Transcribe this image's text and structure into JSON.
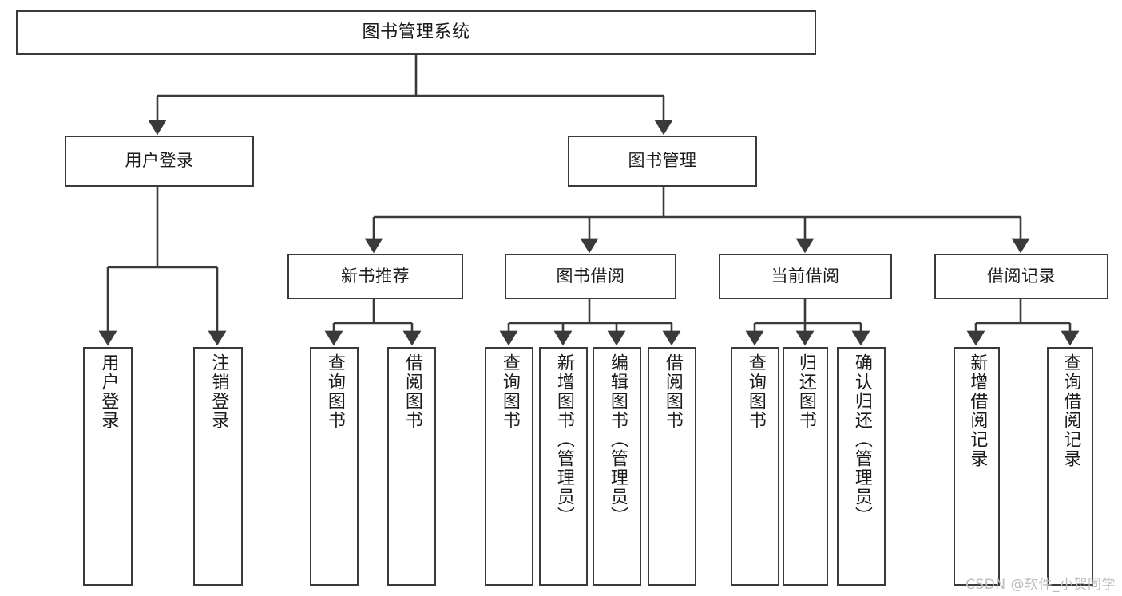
{
  "diagram": {
    "title": "图书管理系统",
    "type": "tree",
    "watermark": "CSDN @软件_小贺同学",
    "colors": {
      "box_border": "#3a3a3a",
      "box_fill": "#ffffff",
      "edge": "#3a3a3a",
      "text": "#1b1b1b",
      "watermark": "#bdbdbd",
      "background": "#ffffff"
    },
    "nodes": {
      "root": {
        "label": "图书管理系统"
      },
      "level1": [
        {
          "id": "user-login",
          "label": "用户登录"
        },
        {
          "id": "book-manage",
          "label": "图书管理"
        }
      ],
      "level2": [
        {
          "id": "new-book-recommend",
          "label": "新书推荐"
        },
        {
          "id": "book-borrow",
          "label": "图书借阅"
        },
        {
          "id": "current-borrow",
          "label": "当前借阅"
        },
        {
          "id": "borrow-record",
          "label": "借阅记录"
        }
      ],
      "leaves": {
        "user_login": [
          {
            "id": "leaf-user-login",
            "label": "用户登录"
          },
          {
            "id": "leaf-logout-login",
            "label": "注销登录"
          }
        ],
        "new_book_recommend": [
          {
            "id": "leaf-query-book-1",
            "label": "查询图书"
          },
          {
            "id": "leaf-borrow-book-1",
            "label": "借阅图书"
          }
        ],
        "book_borrow": [
          {
            "id": "leaf-query-book-2",
            "label": "查询图书"
          },
          {
            "id": "leaf-add-book",
            "label": "新增图书（管理员）"
          },
          {
            "id": "leaf-edit-book",
            "label": "编辑图书（管理员）"
          },
          {
            "id": "leaf-borrow-book-2",
            "label": "借阅图书"
          }
        ],
        "current_borrow": [
          {
            "id": "leaf-query-book-3",
            "label": "查询图书"
          },
          {
            "id": "leaf-return-book",
            "label": "归还图书"
          },
          {
            "id": "leaf-confirm-return",
            "label": "确认归还（管理员）"
          }
        ],
        "borrow_record": [
          {
            "id": "leaf-add-record",
            "label": "新增借阅记录"
          },
          {
            "id": "leaf-query-record",
            "label": "查询借阅记录"
          }
        ]
      }
    }
  }
}
